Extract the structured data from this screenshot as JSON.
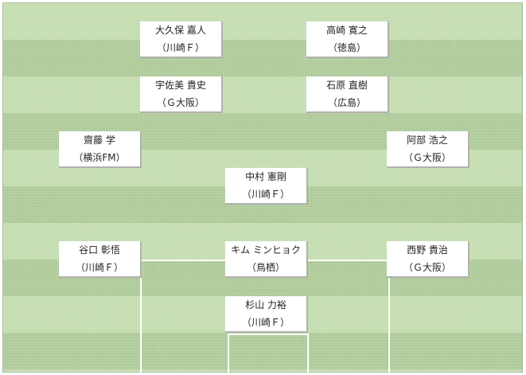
{
  "players": [
    {
      "name": "大久保 嘉人",
      "club": "（川崎Ｆ）"
    },
    {
      "name": "高崎 寛之",
      "club": "（徳島）"
    },
    {
      "name": "宇佐美 貴史",
      "club": "（Ｇ大阪）"
    },
    {
      "name": "石原 直樹",
      "club": "（広島）"
    },
    {
      "name": "齋藤 学",
      "club": "（横浜FM）"
    },
    {
      "name": "阿部 浩之",
      "club": "（Ｇ大阪）"
    },
    {
      "name": "中村 憲剛",
      "club": "（川崎Ｆ）"
    },
    {
      "name": "谷口 彰悟",
      "club": "（川崎Ｆ）"
    },
    {
      "name": "キム ミンヒョク",
      "club": "（鳥栖）"
    },
    {
      "name": "西野 貴治",
      "club": "（Ｇ大阪）"
    },
    {
      "name": "杉山 力裕",
      "club": "（川崎Ｆ）"
    }
  ]
}
